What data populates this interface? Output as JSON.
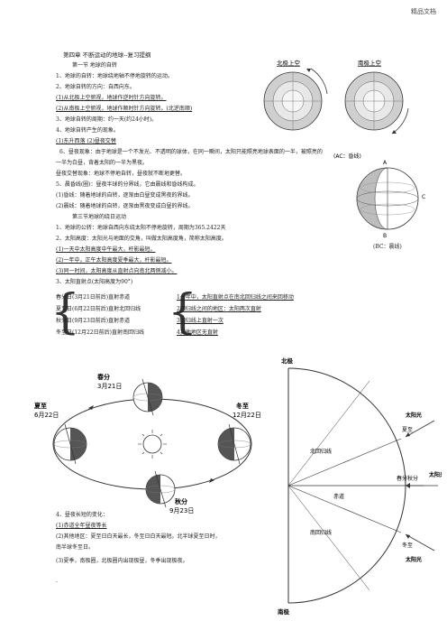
{
  "header": "精品文档",
  "chapter": "第四章 不断运动的地球--复习提纲",
  "section1": "第一节 地球的自转",
  "lines": [
    "1、地球的自转：地球绕地轴不停地旋转的运动。",
    "2、地球自转的方向：自西向东。",
    "(1)从北极上空俯视，地球作逆时针方向旋转。",
    "(2)从南极上空俯视，地球作顺时针方向旋转。(北逆南顺)",
    "3、地球自转的周期：约一天(约24小时)。",
    "4、地球自转产生的现象。",
    "(1)东升西落          (2)昼夜交替",
    "6、昼夜现象：由于地球是一个不发光、不透明的球体，在同一瞬间，太阳只能照亮地球表面的一半，被照亮的",
    "一半为白昼，背着太阳的一半为黑夜。",
    "昼夜交替现象：地球不停地自转，昼夜就不断地更替。",
    "5、晨昏线(圈)：昼夜半球的分界线，它由晨线和昏线构成。",
    "(1)昏线：随着地球的自转，逐渐由白昼变成黑夜的界线。",
    "(2)晨线：随着地球的自转，逐渐由黑夜变成白昼的界线。"
  ],
  "section2": "第三节地球的绕日运动",
  "lines2": [
    "1、地球的公转：地球自西向东绕太阳不停地旋转，周期为365.2422天",
    "2、太阳高度：太阳光与地面的交角，叫做太阳高度角，简称太阳高度。",
    "(1)一天中太阳高度中午最大，杆影最短。",
    "(2)一年中，正午太阳高度夏季最大，杆影最短。",
    "(3)同一时间，太阳高度从直射点向南北两侧减小。",
    "3、太阳直射点(太阳高度为90°)"
  ],
  "brace_left": [
    "春分日(3月21日前后)直射赤道",
    "夏至日(6月22日前后)直射北回归线",
    "秋分日(9月23日前后)直射赤道",
    "冬至日(12月22日前后)直射南回归线"
  ],
  "brace_right": [
    "1一年中，太阳直射点在南北回归线之间来回移动",
    "2回归线之间的地区：太阳两次直射",
    "3回归线上直射一次",
    "4其他地区无直射"
  ],
  "lines3": [
    "4、昼夜长短的变化：",
    "(1)赤道全年昼夜等长",
    "(2)其他地区：夏至日白天最长，冬至日白天最短。北半球夏至日时，",
    "南半球冬至日。",
    "(3)夏季，南极圈，北极圈内出现极昼，冬季出现极夜。"
  ],
  "fig1": {
    "label_north": "北极上空",
    "label_south": "南极上空"
  },
  "fig2": {
    "label_ac": "(AC：昏线)",
    "label_bc": "(BC：晨线)",
    "a": "A",
    "b": "B",
    "c": "C"
  },
  "fig3": {
    "spring": "春分",
    "spring_date": "3月21日",
    "summer": "夏至",
    "summer_date": "6月22日",
    "winter": "冬至",
    "winter_date": "12月22日",
    "autumn": "秋分",
    "autumn_date": "9月23日"
  },
  "fig4": {
    "north_pole": "北极",
    "south_pole": "南极",
    "tropic_n": "北回归线",
    "equator": "赤道",
    "tropic_s": "南回归线",
    "sun1": "太阳光",
    "sun2": "太阳光",
    "sun3": "太阳光",
    "summer": "夏至",
    "equinox": "春分秋分",
    "winter": "冬至"
  },
  "footer_dot": "."
}
